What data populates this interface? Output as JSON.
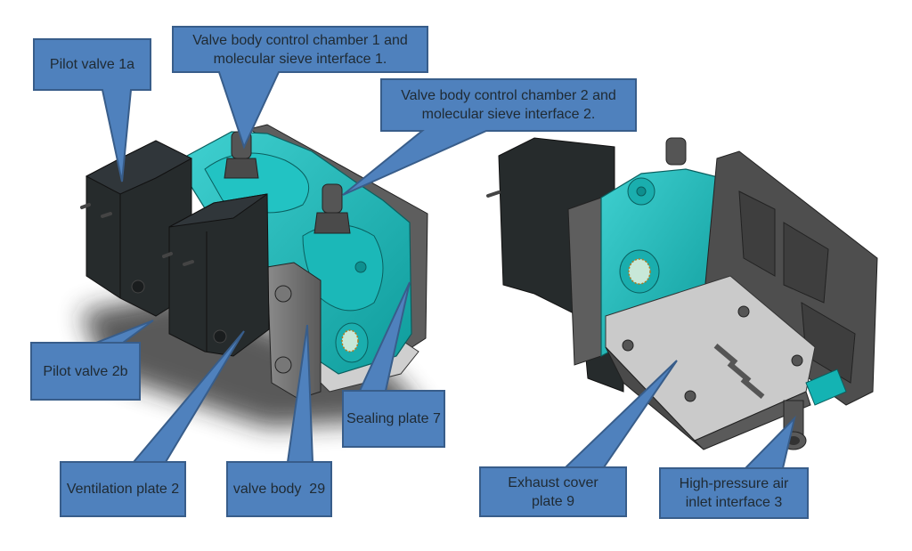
{
  "figure": {
    "title": "Pneumatic valve assembly with labeled components",
    "views": [
      "front isometric view",
      "bottom isometric view"
    ],
    "colors": {
      "callout_fill": "#4f81bd",
      "callout_border": "#385d8a",
      "callout_text": "#1f2a33",
      "valve_body": "#14b3b3",
      "pilot_valve": "#25292b",
      "plate_gray": "#6b6b6b",
      "cover_plate": "#c8c8c8"
    }
  },
  "callouts": [
    {
      "id": "pilot-valve-1a",
      "line1": "Pilot valve 1a",
      "line2": ""
    },
    {
      "id": "control-chamber-1",
      "line1": "Valve body control chamber 1 and",
      "line2": "molecular sieve interface 1."
    },
    {
      "id": "control-chamber-2",
      "line1": "Valve body control chamber 2 and",
      "line2": "molecular sieve interface 2."
    },
    {
      "id": "pilot-valve-2b",
      "line1": "Pilot valve 2b",
      "line2": ""
    },
    {
      "id": "sealing-plate-7",
      "line1": "Sealing plate 7",
      "line2": ""
    },
    {
      "id": "ventilation-plate-2",
      "line1": "Ventilation plate 2",
      "line2": ""
    },
    {
      "id": "valve-body-29",
      "line1": "valve body  29",
      "line2": ""
    },
    {
      "id": "exhaust-cover-plate-9",
      "line1": "Exhaust cover",
      "line2": "plate 9"
    },
    {
      "id": "high-pressure-inlet-3",
      "line1": "High-pressure air",
      "line2": "inlet interface 3"
    }
  ]
}
